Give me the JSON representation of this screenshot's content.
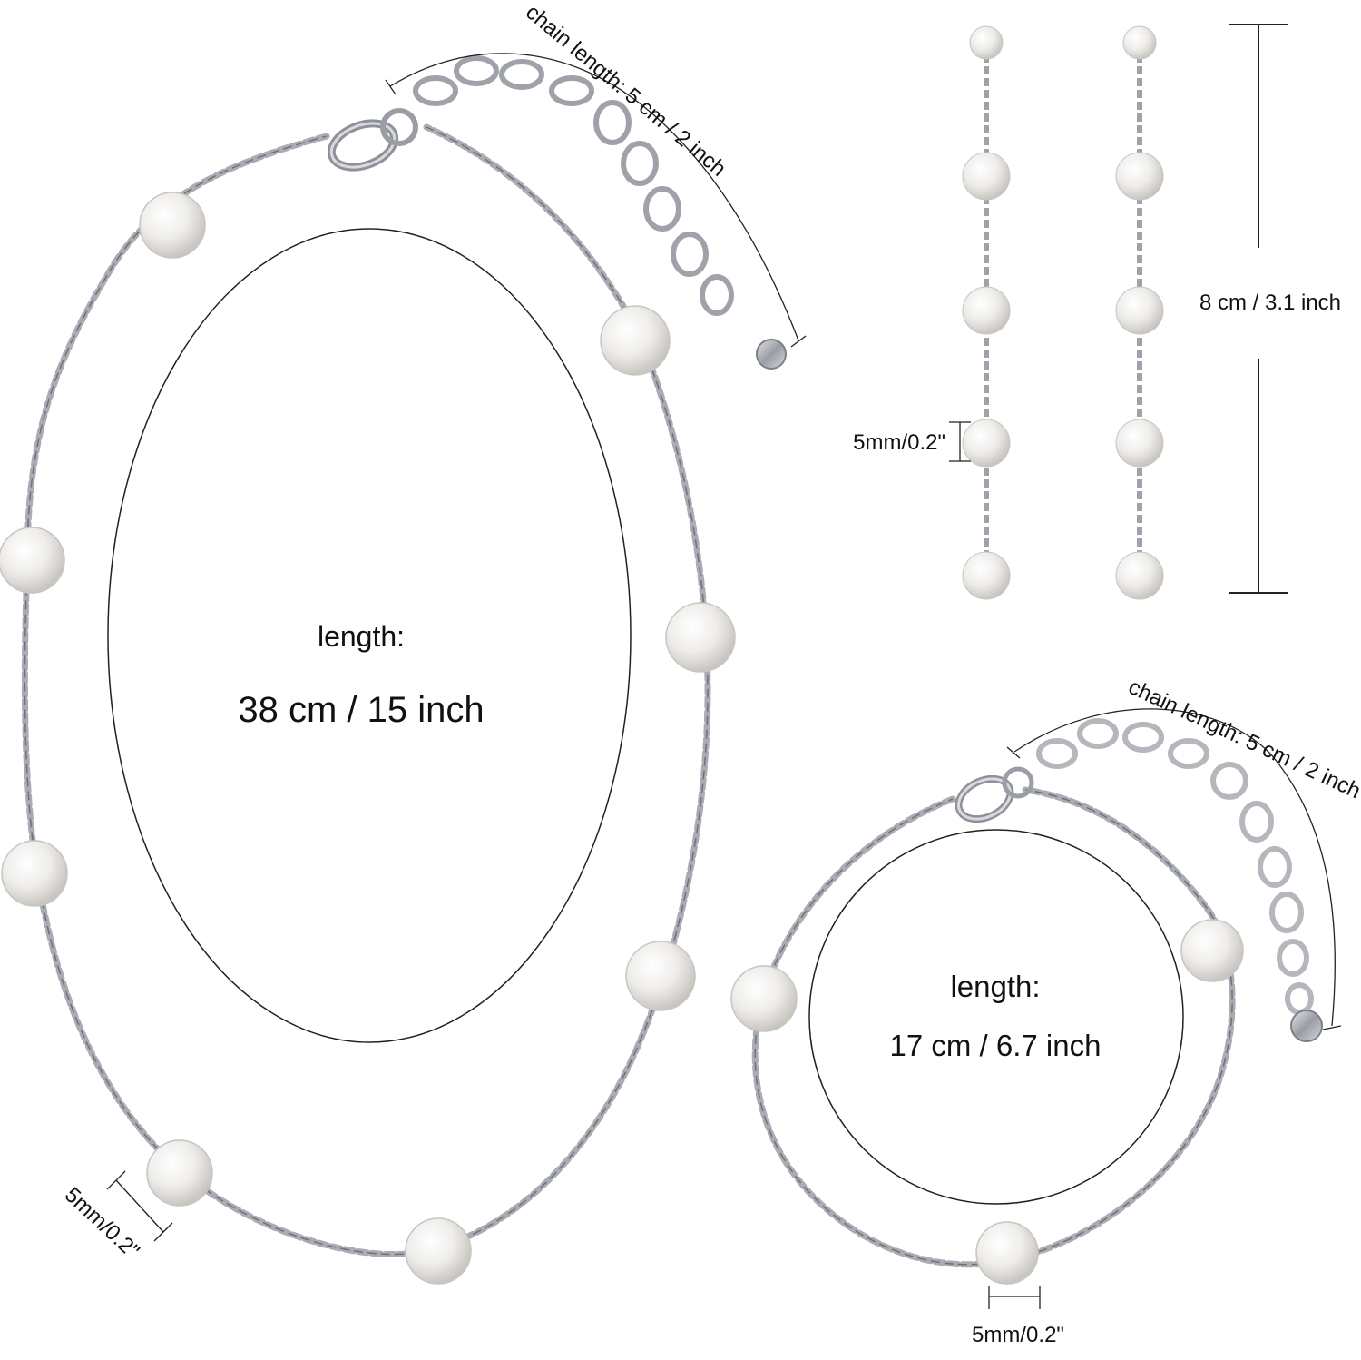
{
  "necklace": {
    "length_title": "length:",
    "length_value": "38 cm / 15 inch",
    "chain_length": "chain length: 5 cm / 2 inch",
    "pearl_size": "5mm/0.2\""
  },
  "earrings": {
    "length_value": "8 cm / 3.1 inch",
    "pearl_size": "5mm/0.2\""
  },
  "bracelet": {
    "length_title": "length:",
    "length_value": "17 cm / 6.7 inch",
    "chain_length": "chain length: 5 cm / 2 inch",
    "pearl_size": "5mm/0.2\""
  },
  "colors": {
    "metal": "#b8bcc2",
    "metal_dark": "#7d8187",
    "pearl": "#f3f1ee",
    "pearl_shade": "#d6d3cf",
    "line": "#222222"
  }
}
